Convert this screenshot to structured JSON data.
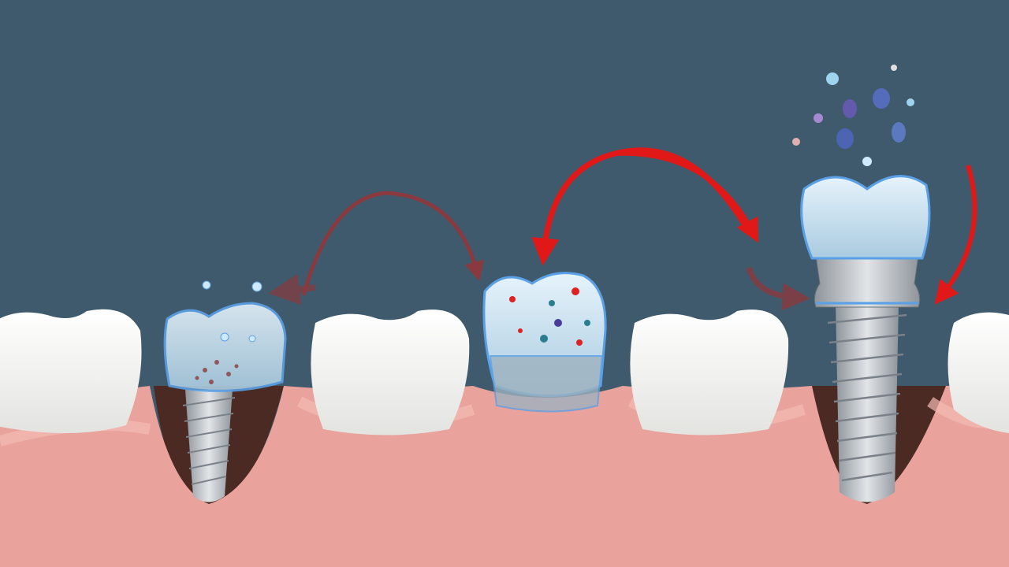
{
  "colors": {
    "background": "#3f5a6c",
    "gum": "#e9a29c",
    "gum_highlight": "#f2bcb5",
    "gum_dark": "#4a2a22",
    "tooth": "#f7f7f5",
    "crown_glass": "#cfe6f5",
    "crown_outline": "#5aa0e6",
    "metal": "#b9bdc3",
    "arrow": "#e01818",
    "arrow_faded": "#8a3a3e"
  },
  "icons": [
    "natural-tooth",
    "implant-crown",
    "arrow",
    "bacteria"
  ]
}
